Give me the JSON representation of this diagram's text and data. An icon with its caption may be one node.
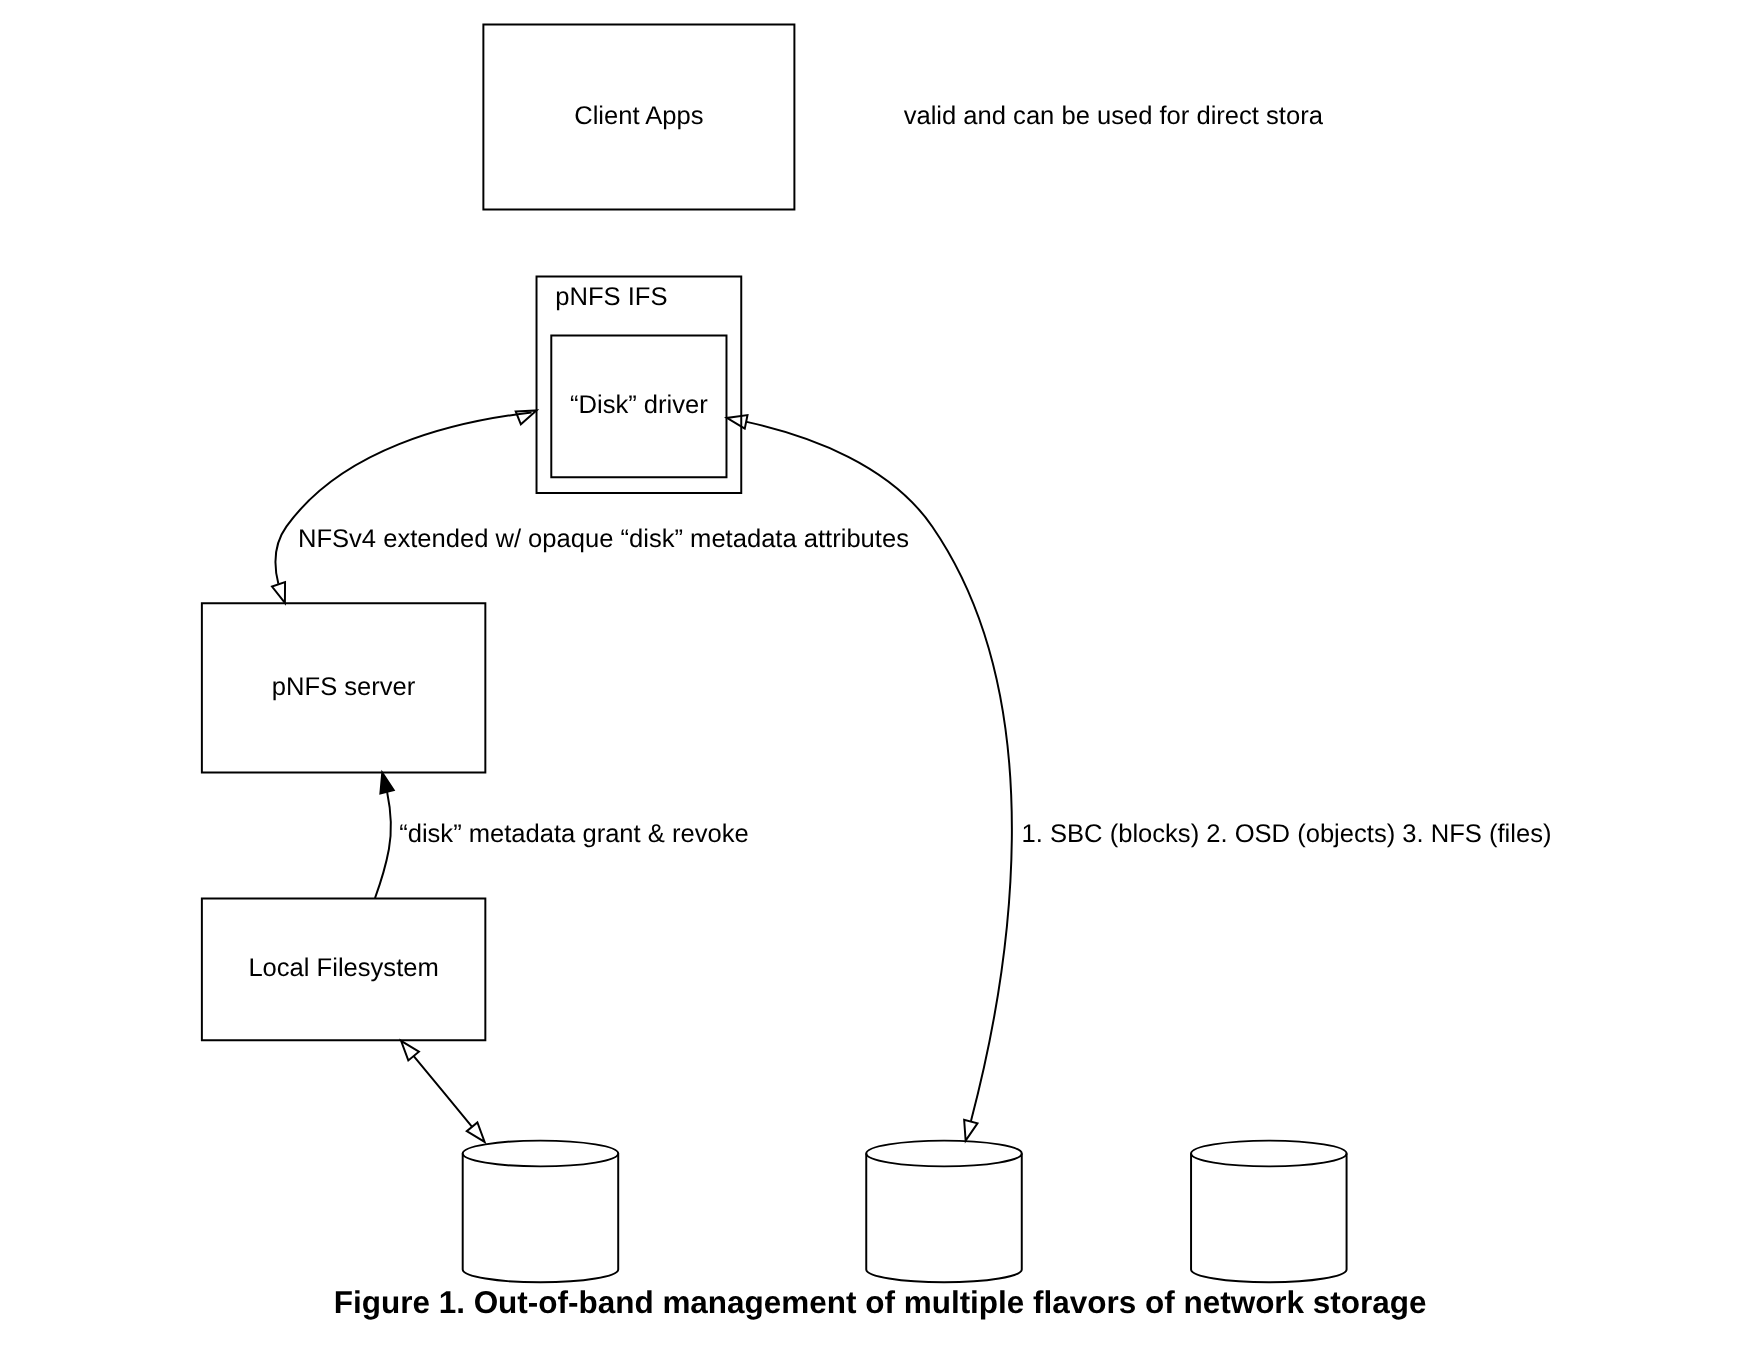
{
  "diagram": {
    "caption": "Figure 1. Out-of-band management of multiple flavors of network storage",
    "nodes": [
      {
        "text": [
          "Client Apps"
        ]
      },
      {
        "text": [
          "pNFS IFS"
        ]
      },
      {
        "text": [
          "“Disk” driver"
        ],
        "in": 1
      },
      {
        "text": [
          "pNFS server"
        ]
      },
      {
        "text": [
          "Local Filesystem"
        ]
      },
      {
        "text": [],
        "shape": "cylinder"
      },
      {
        "text": [],
        "shape": "cylinder"
      },
      {
        "text": [],
        "shape": "cylinder"
      }
    ],
    "edges": [
      {
        "from": 1,
        "to": 3,
        "arrow": "both",
        "label": "NFSv4 extended w/ opaque “disk” metadata attributes"
      },
      {
        "from": 2,
        "to": 6,
        "arrow": "both",
        "label": "1. SBC (blocks) 2. OSD (objects) 3. NFS (files)"
      },
      {
        "from": 4,
        "to": 3,
        "arrow": "to",
        "label": "“disk” metadata grant & revoke"
      },
      {
        "from": 4,
        "to": 5,
        "arrow": "both"
      }
    ],
    "labels": [
      "valid and can be used for direct stora"
    ]
  }
}
